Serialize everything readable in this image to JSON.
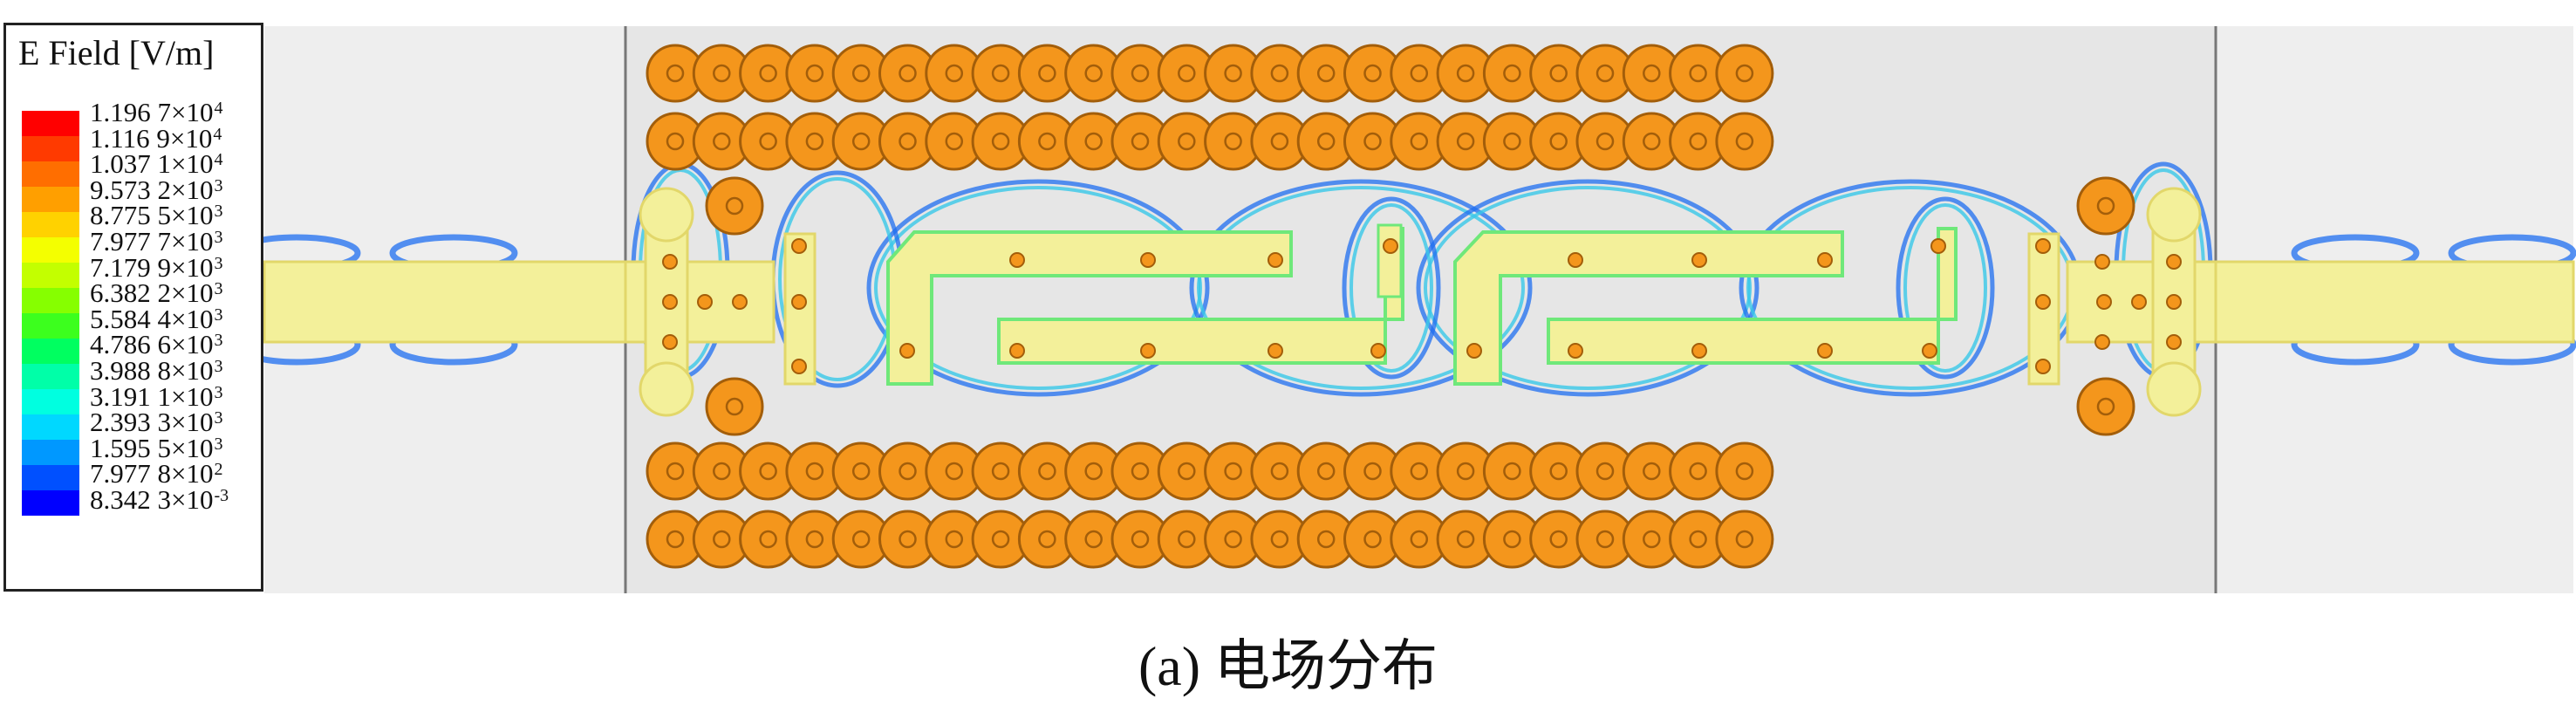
{
  "legend": {
    "title": "E Field [V/m]",
    "levels": [
      {
        "mant": "1.196 7",
        "exp": "4",
        "color": "#ff0000"
      },
      {
        "mant": "1.116 9",
        "exp": "4",
        "color": "#ff3a00"
      },
      {
        "mant": "1.037 1",
        "exp": "4",
        "color": "#ff6e00"
      },
      {
        "mant": "9.573 2",
        "exp": "3",
        "color": "#ff9f00"
      },
      {
        "mant": "8.775 5",
        "exp": "3",
        "color": "#ffd200"
      },
      {
        "mant": "7.977 7",
        "exp": "3",
        "color": "#f4ff00"
      },
      {
        "mant": "7.179 9",
        "exp": "3",
        "color": "#c3ff00"
      },
      {
        "mant": "6.382 2",
        "exp": "3",
        "color": "#86ff00"
      },
      {
        "mant": "5.584 4",
        "exp": "3",
        "color": "#3cff1e"
      },
      {
        "mant": "4.786 6",
        "exp": "3",
        "color": "#00ff60"
      },
      {
        "mant": "3.988 8",
        "exp": "3",
        "color": "#00ffa8"
      },
      {
        "mant": "3.191 1",
        "exp": "3",
        "color": "#00ffe0"
      },
      {
        "mant": "2.393 3",
        "exp": "3",
        "color": "#00d8ff"
      },
      {
        "mant": "1.595 5",
        "exp": "3",
        "color": "#0098ff"
      },
      {
        "mant": "7.977 8",
        "exp": "2",
        "color": "#0050ff"
      },
      {
        "mant": "8.342 3",
        "exp": "-3",
        "color": "#0000ff"
      }
    ]
  },
  "caption": {
    "label": "(a)",
    "text": "电场分布"
  },
  "colors": {
    "via_fill": "#f4961c",
    "via_ring": "#a35e0a",
    "strip_fill": "#f3f09a",
    "strip_edge": "#e2d76a",
    "substrate": "#e6e6e6",
    "feed_background": "#eeeeee",
    "field_low": "#1e6ef0",
    "field_mid": "#38c8e8",
    "field_high": "#6fe87a"
  }
}
